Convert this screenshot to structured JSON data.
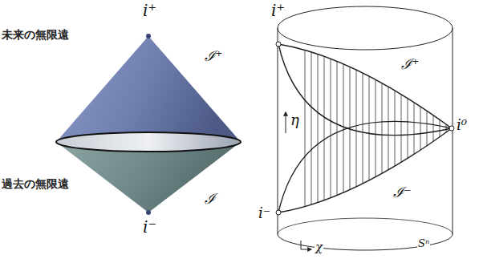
{
  "diagram": {
    "labels": [
      "i⁺",
      "未来の無限遠",
      "ℐ⁺",
      "過去の無限遠",
      "ℐ",
      "i⁻",
      "i⁺",
      "ℐ⁺",
      "η",
      "i⁰",
      "ℐ⁻",
      "i⁻",
      "χ",
      "Sⁿ"
    ]
  }
}
